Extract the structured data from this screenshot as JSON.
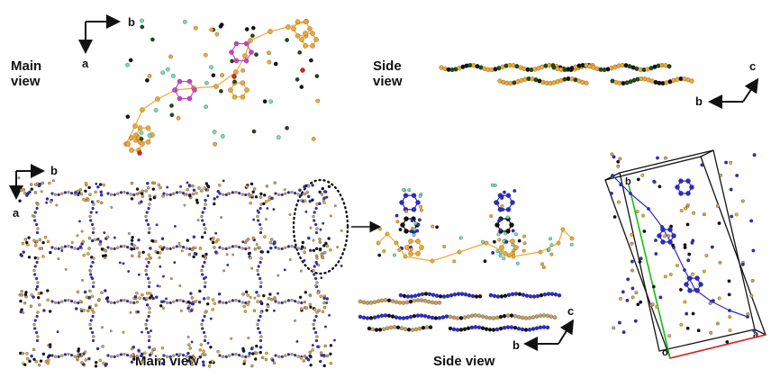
{
  "labels": {
    "top_main_line1": "Main",
    "top_main_line2": "view",
    "top_side_line1": "Side",
    "top_side_line2": "view",
    "bottom_main": "Main view",
    "bottom_side": "Side view"
  },
  "axes": {
    "b": "b",
    "a": "a",
    "c": "c",
    "o": "o"
  },
  "colors": {
    "framework_orange": "#f0a830",
    "core_magenta": "#d040c8",
    "network_blue": "#2a2ad0",
    "tan_link": "#c8a060",
    "fluorine_green": "#70e0b0",
    "dark_green": "#1f4a14",
    "black_atom": "#111111",
    "oxygen_red": "#e02020",
    "cell_green": "#10c010",
    "cell_red": "#e02020"
  }
}
